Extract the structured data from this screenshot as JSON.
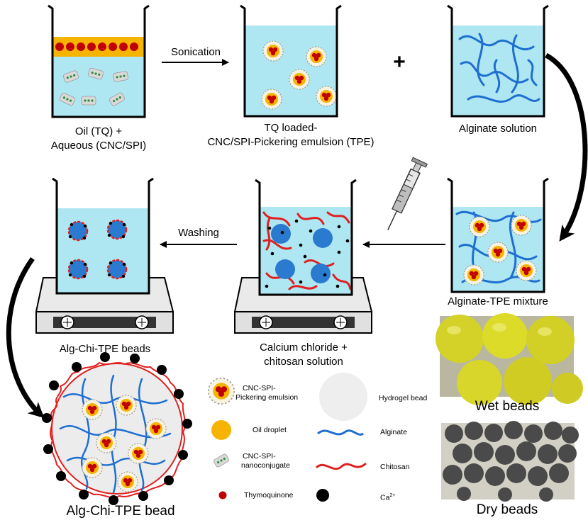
{
  "steps": {
    "sonication": "Sonication",
    "plus": "+",
    "washing": "Washing"
  },
  "labels": {
    "oil_aqueous_1": "Oil (TQ) +",
    "oil_aqueous_2": "Aqueous (CNC/SPI)",
    "tpe_1": "TQ loaded-",
    "tpe_2": "CNC/SPI-Pickering emulsion (TPE)",
    "alginate_solution": "Alginate solution",
    "alginate_tpe_mixture": "Alginate-TPE mixture",
    "calcium_1": "Calcium chloride +",
    "calcium_2": "chitosan solution",
    "alg_chi_beads": "Alg-Chi-TPE beads",
    "alg_chi_bead": "Alg-Chi-TPE bead",
    "wet_beads": "Wet beads",
    "dry_beads": "Dry beads"
  },
  "legend": {
    "pickering_1": "CNC-SPI-",
    "pickering_2": "Pickering emulsion",
    "hydrogel": "Hydrogel bead",
    "oil_droplet": "Oil droplet",
    "alginate": "Alginate",
    "nanoconj_1": "CNC-SPI-",
    "nanoconj_2": "nanoconjugate",
    "chitosan": "Chitosan",
    "thymoquinone": "Thymoquinone",
    "calcium_ion": "Ca",
    "calcium_charge": "2+"
  },
  "colors": {
    "liquid": "#aee6f2",
    "oil_layer": "#f6b400",
    "thymoquinone": "#c00000",
    "alginate": "#1f6fd0",
    "chitosan": "#e02020",
    "calcium": "#000000",
    "bead_core": "#2a7ad0",
    "wet_bead": "#d8dc2a",
    "dry_bead": "#4a4a4a"
  },
  "icons": [
    "beaker-icon",
    "syringe-icon",
    "stir-plate-icon",
    "curved-arrow-icon"
  ]
}
